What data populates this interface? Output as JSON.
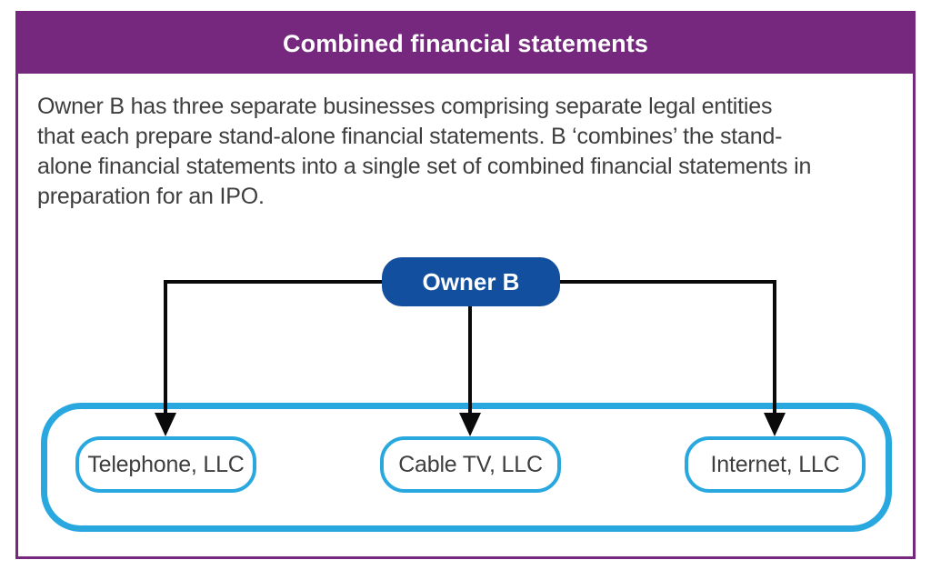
{
  "header": {
    "title": "Combined financial statements"
  },
  "intro": {
    "lines": [
      "Owner B has three separate businesses comprising separate legal entities",
      "that each prepare stand-alone financial statements. B ‘combines’ the stand-",
      "alone financial statements into a single set of combined financial statements in",
      "preparation for an IPO."
    ]
  },
  "diagram": {
    "owner": {
      "label": "Owner B"
    },
    "entities": [
      {
        "label": "Telephone, LLC"
      },
      {
        "label": "Cable TV, LLC"
      },
      {
        "label": "Internet, LLC"
      }
    ],
    "colors": {
      "frame_purple": "#76287E",
      "owner_blue": "#124F9E",
      "group_light_blue": "#29A8E0",
      "connector_black": "#0A0A0A",
      "body_text": "#3E3E3E"
    }
  }
}
